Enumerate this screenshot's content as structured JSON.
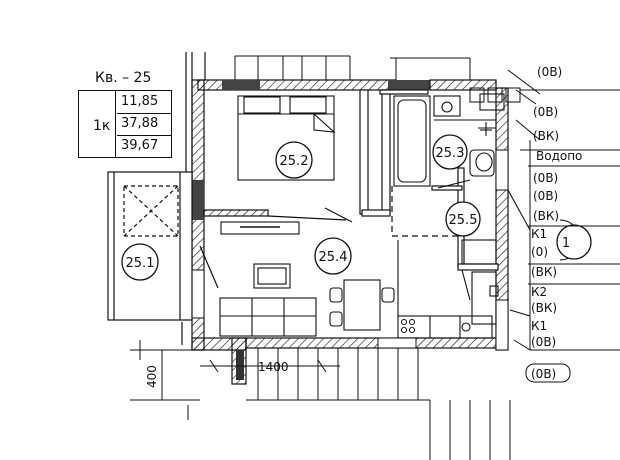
{
  "apartment": {
    "title": "Кв. – 25",
    "room_type": "1к",
    "area_living": "11,85",
    "area_total": "37,88",
    "area_with_balcony": "39,67"
  },
  "rooms": {
    "r1": "25.1",
    "r2": "25.2",
    "r3": "25.3",
    "r4": "25.4",
    "r5": "25.5"
  },
  "dimensions": {
    "width_1400": "1400",
    "height_400": "400"
  },
  "side_labels": {
    "l1": "(0В)",
    "l2": "(0В)",
    "l3": "(ВК)",
    "l4": "Водопо",
    "l5": "(0В)",
    "l6": "(0В)",
    "l7": "(ВК)",
    "l8": "К1",
    "l9": "(0)",
    "l10": "(ВК)",
    "l11": "К2",
    "l12": "(ВК)",
    "l13": "К1",
    "l14": "(0В)",
    "l15": "(0В)",
    "l16": "1"
  }
}
